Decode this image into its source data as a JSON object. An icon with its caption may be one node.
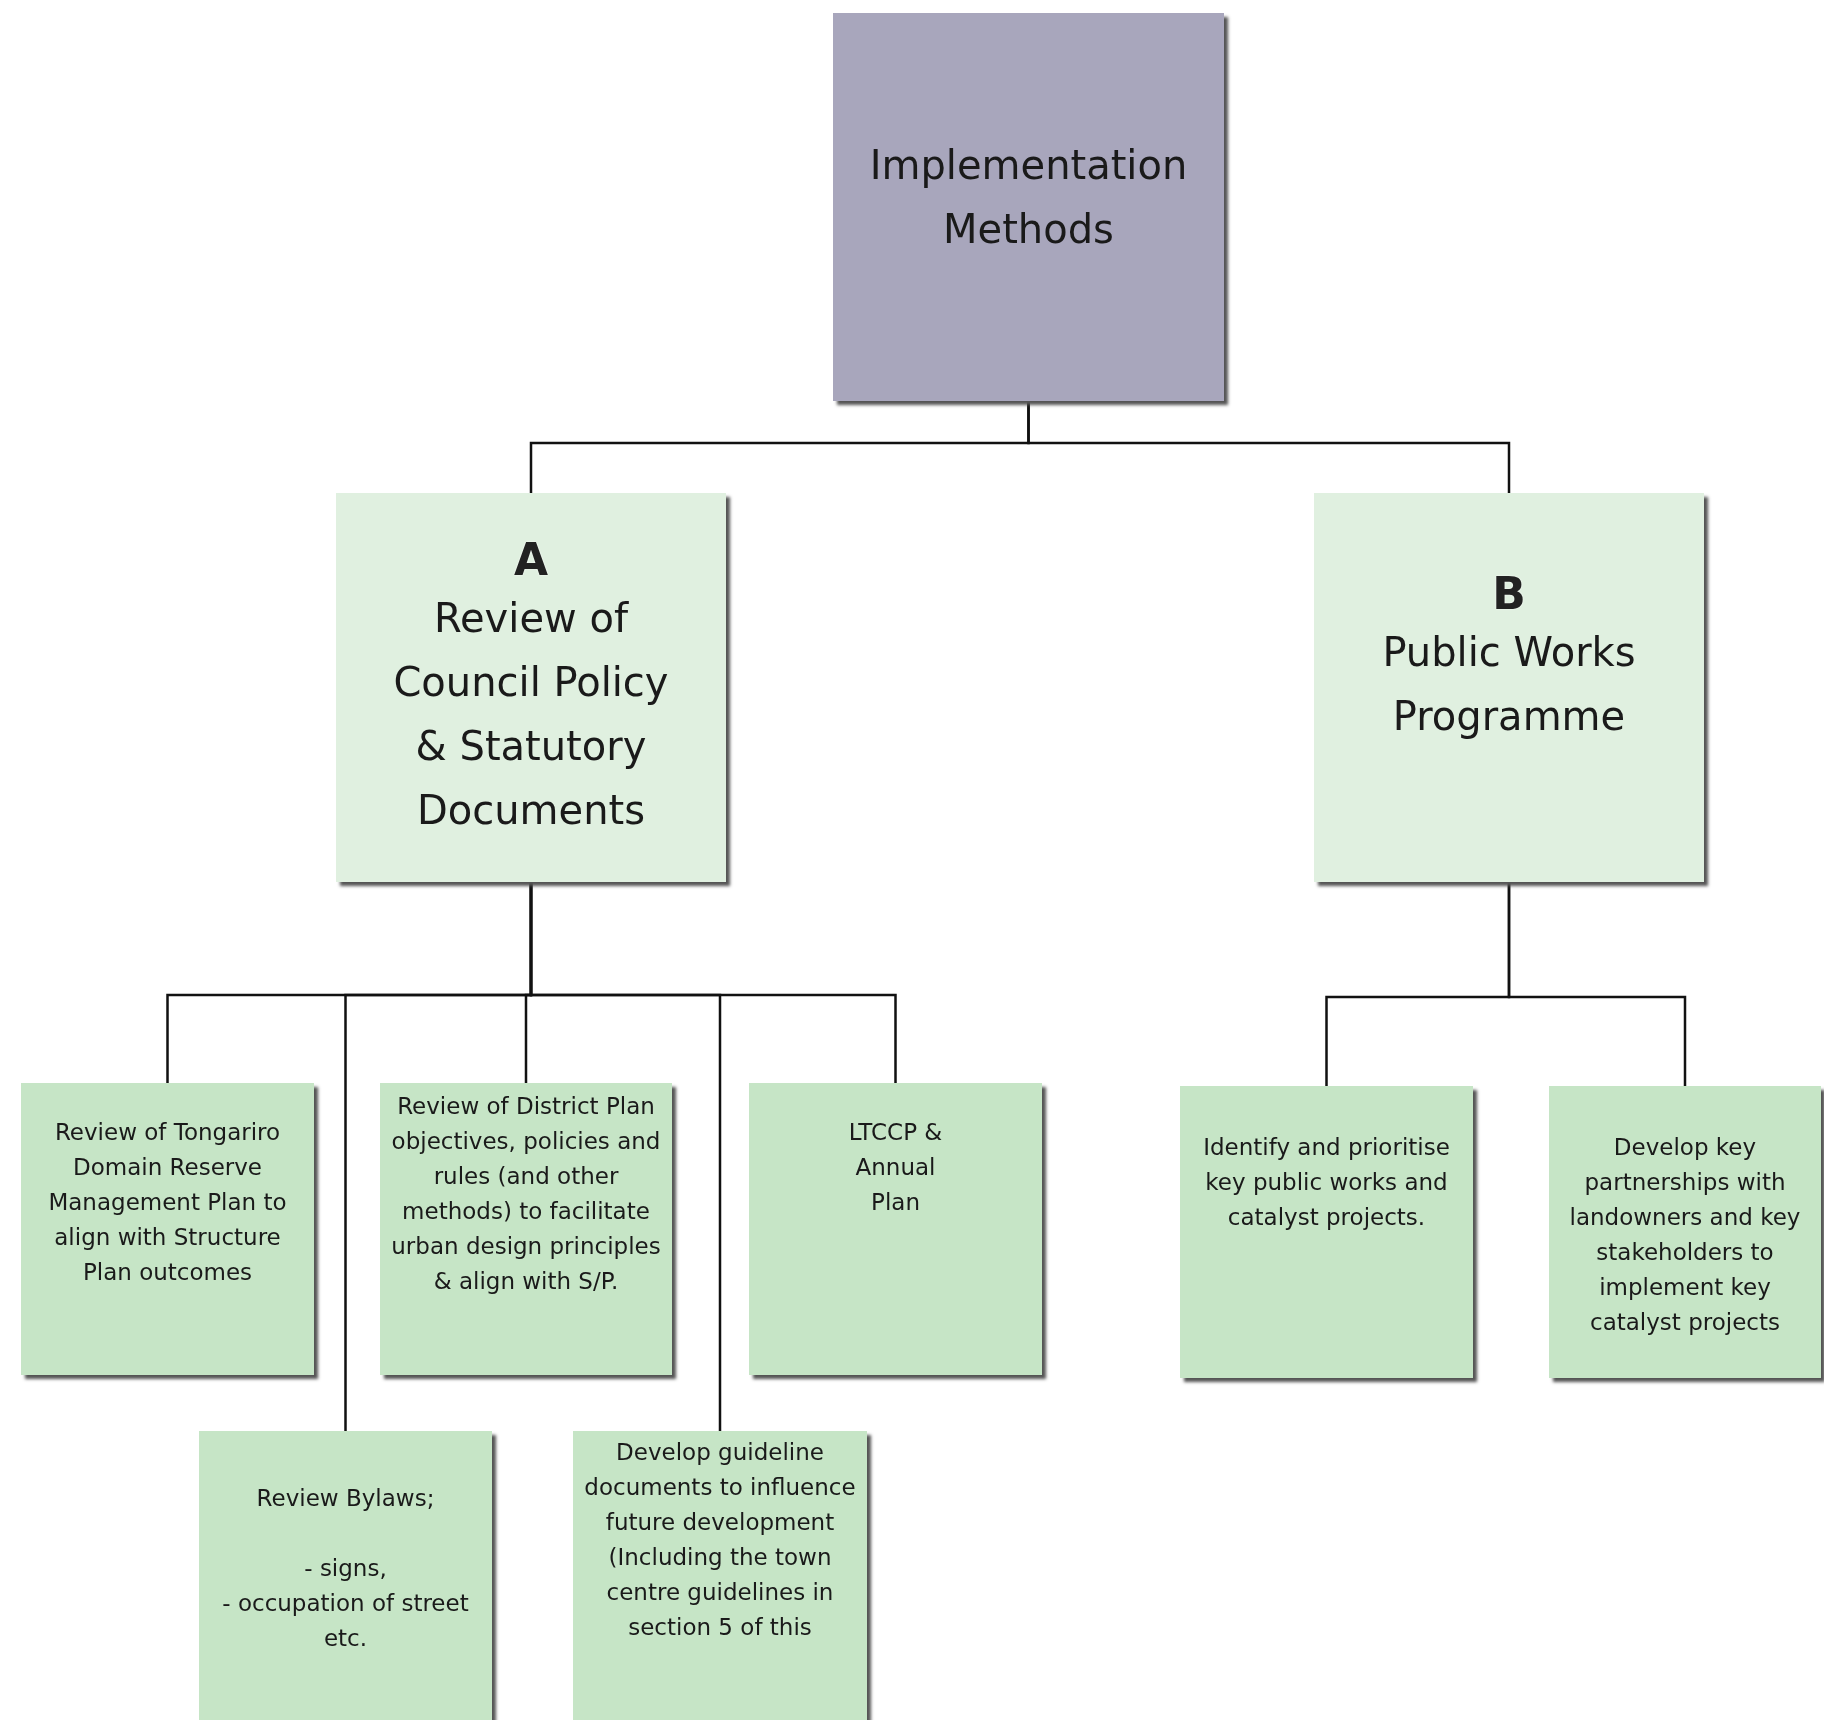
{
  "diagram": {
    "nodes": [
      {
        "text": [
          "Implementation Methods"
        ]
      },
      {
        "text": [
          "A",
          "Review of Council Policy & Statutory Documents"
        ]
      },
      {
        "text": [
          "B",
          "Public Works Programme"
        ]
      },
      {
        "text": [
          "Review of Tongariro Domain Reserve Management Plan to align with Structure Plan outcomes"
        ]
      },
      {
        "text": [
          "Review of District Plan objectives, policies and rules (and other methods) to facilitate urban design principles & align with S/P."
        ]
      },
      {
        "text": [
          "LTCCP & Annual Plan"
        ]
      },
      {
        "text": [
          "Review Bylaws;",
          "- signs,",
          "- occupation of street",
          "etc."
        ]
      },
      {
        "text": [
          "Develop guideline documents to influence future development (Including the town centre guidelines in section 5 of this"
        ]
      },
      {
        "text": [
          "Identify and prioritise key public works and catalyst projects."
        ]
      },
      {
        "text": [
          "Develop key partnerships with landowners and key stakeholders to implement key catalyst projects"
        ]
      }
    ],
    "edges": [
      {
        "from": 0,
        "to": 1,
        "arrow": "none"
      },
      {
        "from": 0,
        "to": 2,
        "arrow": "none"
      },
      {
        "from": 1,
        "to": 3,
        "arrow": "none"
      },
      {
        "from": 1,
        "to": 6,
        "arrow": "none"
      },
      {
        "from": 1,
        "to": 4,
        "arrow": "none"
      },
      {
        "from": 1,
        "to": 7,
        "arrow": "none"
      },
      {
        "from": 1,
        "to": 5,
        "arrow": "none"
      },
      {
        "from": 2,
        "to": 8,
        "arrow": "none"
      },
      {
        "from": 2,
        "to": 9,
        "arrow": "none"
      }
    ]
  }
}
